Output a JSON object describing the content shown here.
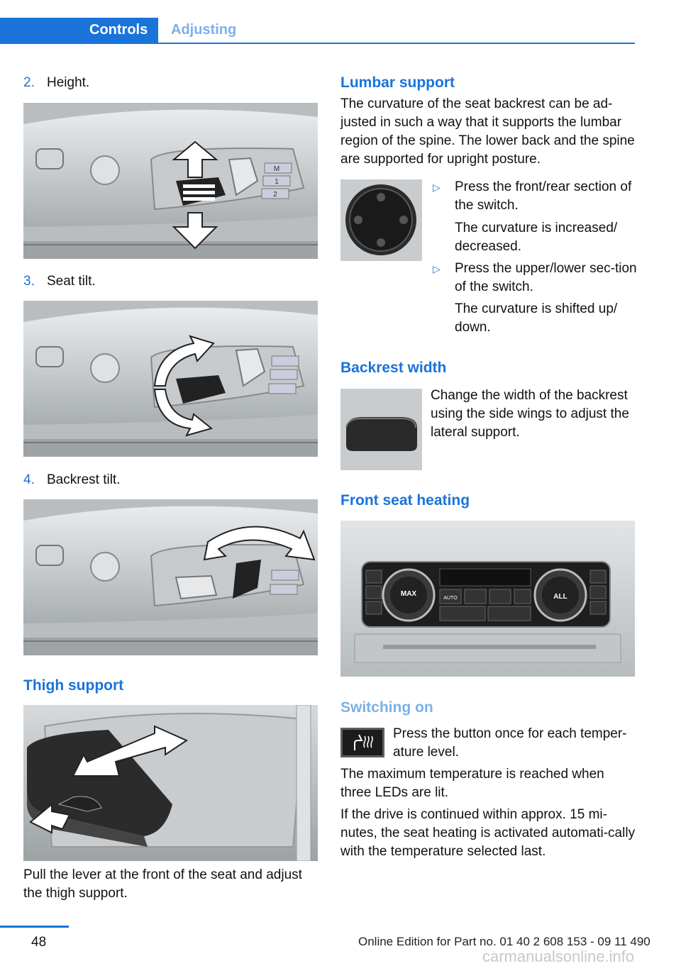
{
  "header": {
    "tab_active": "Controls",
    "tab_inactive": "Adjusting"
  },
  "left": {
    "steps": [
      {
        "num": "2.",
        "text": "Height."
      },
      {
        "num": "3.",
        "text": "Seat tilt."
      },
      {
        "num": "4.",
        "text": "Backrest tilt."
      }
    ],
    "thigh_title": "Thigh support",
    "thigh_text": "Pull the lever at the front of the seat and adjust the thigh support."
  },
  "right": {
    "lumbar_title": "Lumbar support",
    "lumbar_text": "The curvature of the seat backrest can be ad-justed in such a way that it supports the lumbar region of the spine. The lower back and the spine are supported for upright posture.",
    "lumbar_bullets": [
      {
        "line": "Press the front/rear section of the switch.",
        "result": "The curvature is increased/ decreased."
      },
      {
        "line": "Press the upper/lower sec-tion of the switch.",
        "result": "The curvature is shifted up/ down."
      }
    ],
    "backrest_title": "Backrest width",
    "backrest_text": "Change the width of the backrest using the side wings to adjust the lateral support.",
    "heating_title": "Front seat heating",
    "switch_title": "Switching on",
    "switch_text": "Press the button once for each temper-ature level.",
    "para1": "The maximum temperature is reached when three LEDs are lit.",
    "para2": "If the drive is continued within approx. 15 mi-nutes, the seat heating is activated automati-cally with the temperature selected last."
  },
  "panel_labels": {
    "max": "MAX",
    "auto": "AUTO",
    "all": "ALL"
  },
  "switch_labels": {
    "m": "M",
    "one": "1",
    "two": "2"
  },
  "footer": {
    "page": "48",
    "text": "Online Edition for Part no. 01 40 2 608 153 - 09 11 490",
    "watermark": "carmanualsonline.info"
  }
}
